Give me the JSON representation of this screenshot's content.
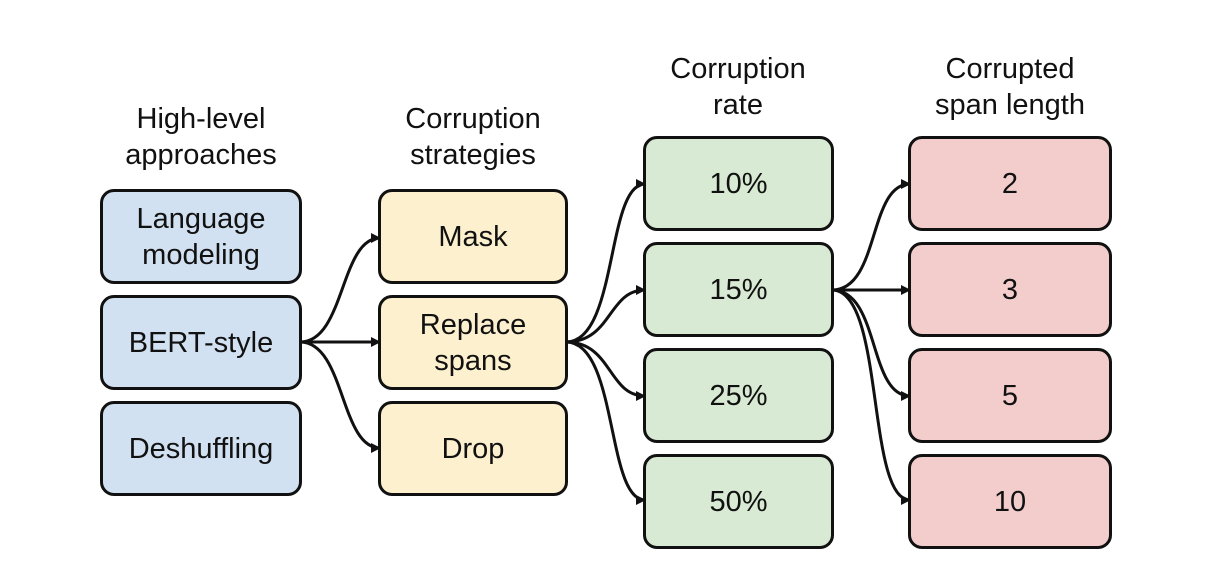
{
  "columns": {
    "approaches": {
      "header": "High-level\napproaches",
      "items": [
        "Language\nmodeling",
        "BERT-style",
        "Deshuffling"
      ],
      "color": "#d2e1f1"
    },
    "strategies": {
      "header": "Corruption\nstrategies",
      "items": [
        "Mask",
        "Replace\nspans",
        "Drop"
      ],
      "color": "#fdf0ce"
    },
    "rates": {
      "header": "Corruption\nrate",
      "items": [
        "10%",
        "15%",
        "25%",
        "50%"
      ],
      "color": "#d8ead3"
    },
    "span_lengths": {
      "header": "Corrupted\nspan length",
      "items": [
        "2",
        "3",
        "5",
        "10"
      ],
      "color": "#f3cdcc"
    }
  },
  "edges": [
    {
      "from": "BERT-style",
      "to": "Mask"
    },
    {
      "from": "BERT-style",
      "to": "Replace spans"
    },
    {
      "from": "BERT-style",
      "to": "Drop"
    },
    {
      "from": "Replace spans",
      "to": "10%"
    },
    {
      "from": "Replace spans",
      "to": "15%"
    },
    {
      "from": "Replace spans",
      "to": "25%"
    },
    {
      "from": "Replace spans",
      "to": "50%"
    },
    {
      "from": "15%",
      "to": "2"
    },
    {
      "from": "15%",
      "to": "3"
    },
    {
      "from": "15%",
      "to": "5"
    },
    {
      "from": "15%",
      "to": "10"
    }
  ]
}
